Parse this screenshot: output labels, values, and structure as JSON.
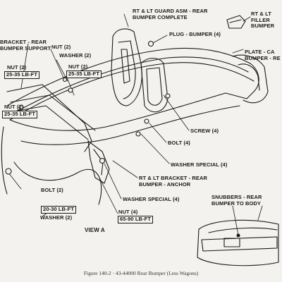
{
  "figure_caption": "Figure 140-2 · 43-44000 Rear Bumper (Less Wagons)",
  "labels": {
    "rt_lt_guard": "RT & LT GUARD ASM - REAR",
    "bumper_complete": "BUMPER COMPLETE",
    "plug_bumper": "PLUG - BUMPER (4)",
    "rt_lt_filler_1": "RT & LT",
    "rt_lt_filler_2": "FILLER",
    "rt_lt_filler_3": "BUMPER",
    "bracket_rear": "BRACKET - REAR",
    "bumper_support": "BUMPER SUPPORT",
    "nut_2_top": "NUT (2)",
    "washer_2_top": "WASHER (2)",
    "torque_25_35_left": "25-35 LB-FT",
    "nut_2_mid": "NUT (2)",
    "torque_25_35_mid": "25-35 LB-FT",
    "nut_2_left": "NUT (2)",
    "torque_25_35_lower": "25-35 LB-FT",
    "plate_cap_1": "PLATE - CA",
    "plate_cap_2": "BUMPER - RE",
    "screw_4": "SCREW (4)",
    "bolt_4": "BOLT (4)",
    "washer_special_4_upper": "WASHER SPECIAL (4)",
    "bracket_anchor_1": "RT & LT BRACKET - REAR",
    "bracket_anchor_2": "BUMPER - ANCHOR",
    "washer_special_4_lower": "WASHER SPECIAL (4)",
    "bolt_2": "BOLT (2)",
    "torque_20_30": "20-30 LB-FT",
    "washer_2_lower": "WASHER (2)",
    "nut_4": "NUT (4)",
    "torque_65_90": "65-90 LB-FT",
    "view_a": "VIEW A",
    "snubbers_1": "SNUBBERS - REAR",
    "snubbers_2": "BUMPER TO BODY"
  }
}
